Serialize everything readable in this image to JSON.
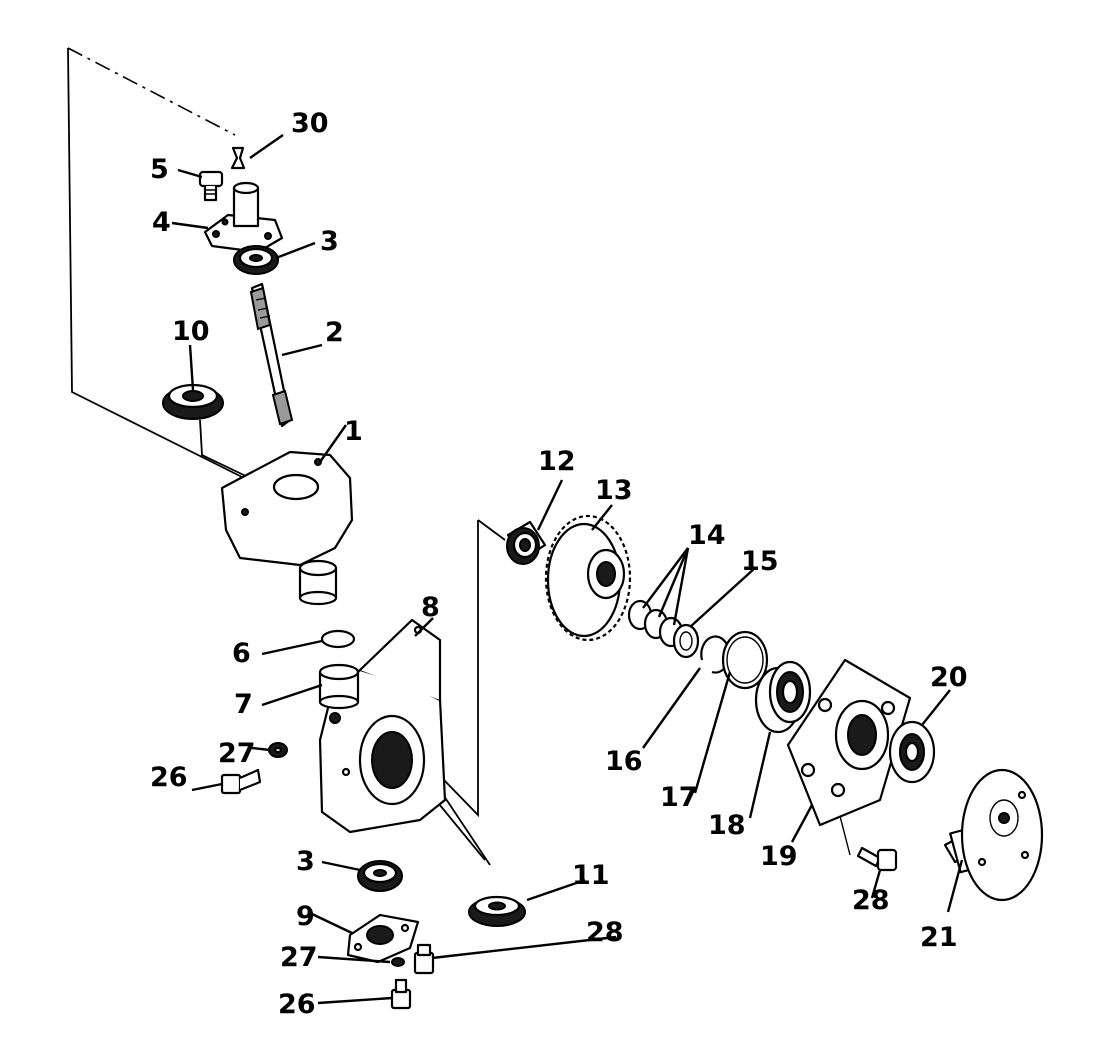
{
  "callouts": [
    {
      "id": "30",
      "label": "30"
    },
    {
      "id": "5",
      "label": "5"
    },
    {
      "id": "4",
      "label": "4"
    },
    {
      "id": "3a",
      "label": "3"
    },
    {
      "id": "2",
      "label": "2"
    },
    {
      "id": "10",
      "label": "10"
    },
    {
      "id": "1",
      "label": "1"
    },
    {
      "id": "12",
      "label": "12"
    },
    {
      "id": "13",
      "label": "13"
    },
    {
      "id": "14",
      "label": "14"
    },
    {
      "id": "15",
      "label": "15"
    },
    {
      "id": "8",
      "label": "8"
    },
    {
      "id": "6",
      "label": "6"
    },
    {
      "id": "7",
      "label": "7"
    },
    {
      "id": "27a",
      "label": "27"
    },
    {
      "id": "26a",
      "label": "26"
    },
    {
      "id": "20",
      "label": "20"
    },
    {
      "id": "16",
      "label": "16"
    },
    {
      "id": "17",
      "label": "17"
    },
    {
      "id": "18",
      "label": "18"
    },
    {
      "id": "19",
      "label": "19"
    },
    {
      "id": "3b",
      "label": "3"
    },
    {
      "id": "11",
      "label": "11"
    },
    {
      "id": "28a",
      "label": "28"
    },
    {
      "id": "9",
      "label": "9"
    },
    {
      "id": "21",
      "label": "21"
    },
    {
      "id": "28b",
      "label": "28"
    },
    {
      "id": "27b",
      "label": "27"
    },
    {
      "id": "26b",
      "label": "26"
    }
  ]
}
